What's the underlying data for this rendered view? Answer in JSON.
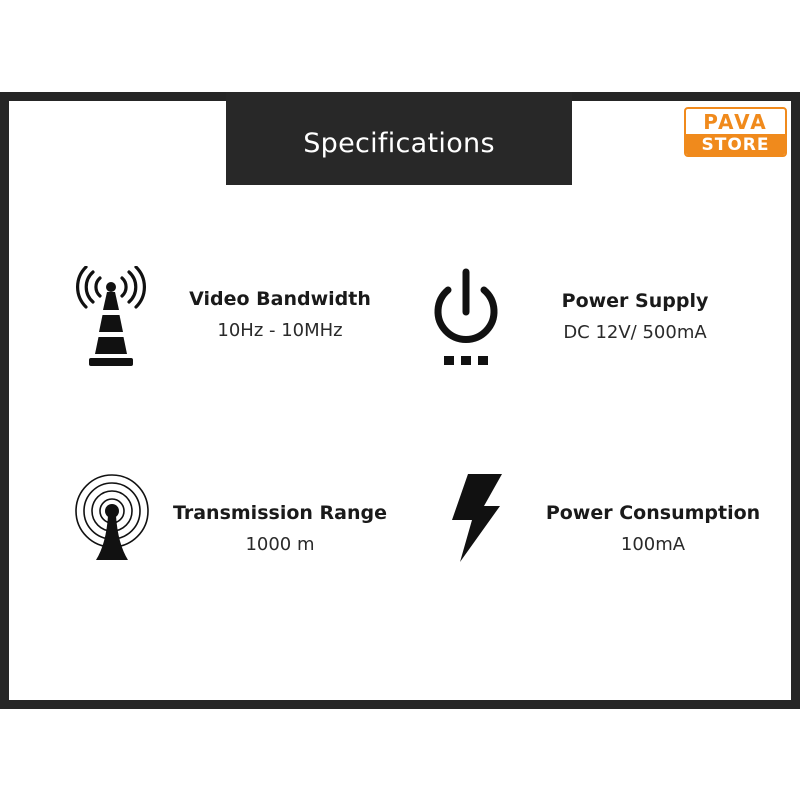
{
  "header": {
    "title": "Specifications"
  },
  "logo": {
    "line1": "PAVA",
    "line2": "STORE",
    "color": "#f08a1c"
  },
  "specs": [
    {
      "icon": "antenna-tower-icon",
      "label": "Video Bandwidth",
      "value": "10Hz - 10MHz"
    },
    {
      "icon": "power-icon",
      "label": "Power Supply",
      "value": "DC 12V/ 500mA"
    },
    {
      "icon": "broadcast-tower-icon",
      "label": "Transmission Range",
      "value": "1000 m"
    },
    {
      "icon": "lightning-bolt-icon",
      "label": "Power Consumption",
      "value": "100mA"
    }
  ]
}
